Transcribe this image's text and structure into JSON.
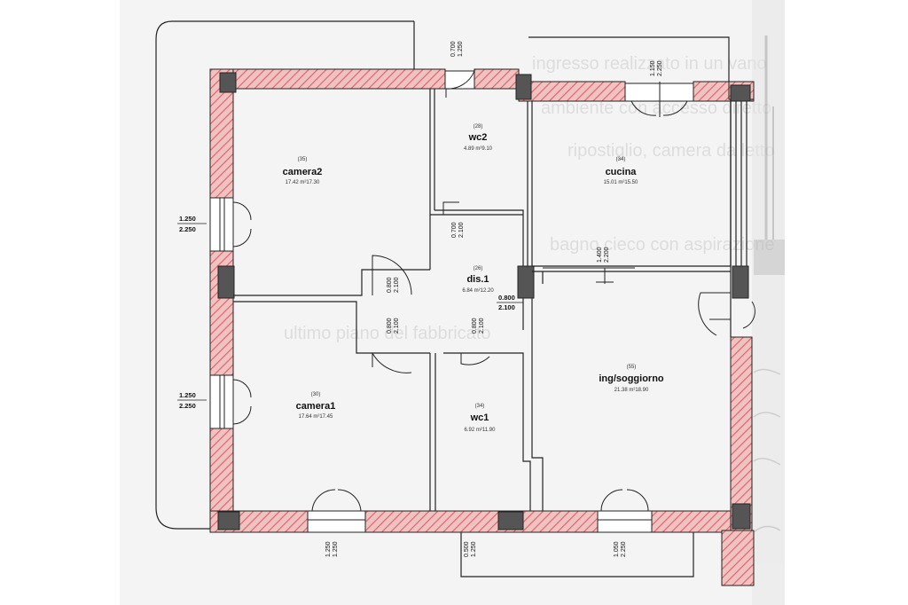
{
  "colors": {
    "wall_fill": "#f2c2c2",
    "wall_hatch": "#d66a6a",
    "wall_line": "#222222",
    "pillar": "#555555",
    "paper": "#f4f4f4",
    "background": "#ffffff"
  },
  "rooms": {
    "camera2": {
      "name": "camera2",
      "code": "(35)",
      "area": "17.42 m²17.30"
    },
    "wc2": {
      "name": "wc2",
      "code": "(28)",
      "area": "4.89 m²9.10"
    },
    "cucina": {
      "name": "cucina",
      "code": "(34)",
      "area": "15.01 m²15.50"
    },
    "dis1": {
      "name": "dis.1",
      "code": "(26)",
      "area": "6.84 m²12.20"
    },
    "camera1": {
      "name": "camera1",
      "code": "(30)",
      "area": "17.64 m²17.45"
    },
    "wc1": {
      "name": "wc1",
      "code": "(34)",
      "area": "6.92 m²11.90"
    },
    "soggiorno": {
      "name": "ing/soggiorno",
      "code": "(55)",
      "area": "21.38 m²18.90"
    }
  },
  "dimensions": {
    "win_camera2": {
      "w": "1.250",
      "h": "2.250"
    },
    "win_camera1": {
      "w": "1.250",
      "h": "2.250"
    },
    "door_wc2_top": {
      "w": "0.700",
      "h": "1.250"
    },
    "door_cucina_top": {
      "w": "1.150",
      "h": "2.250"
    },
    "door_wc2_dis": {
      "w": "0.700",
      "h": "2.100"
    },
    "door_camera2": {
      "w": "0.800",
      "h": "2.100"
    },
    "door_camera1": {
      "w": "0.800",
      "h": "2.100"
    },
    "door_wc1": {
      "w": "0.800",
      "h": "2.100"
    },
    "door_dis": {
      "w": "0.800",
      "h": "2.100"
    },
    "slide_cucina": {
      "w": "1.400",
      "h": "2.200"
    },
    "win_camera1_bottom": {
      "w": "1.250",
      "h": "1.250"
    },
    "win_wc1_bottom": {
      "w": "0.500",
      "h": "1.250"
    },
    "win_soggiorno_bottom": {
      "w": "1.050",
      "h": "2.250"
    }
  },
  "background_text": [
    "ingresso realizzato in un vano",
    "ambiente con accesso diretto",
    "ripostiglio, camera da letto",
    "bagno cieco con aspirazione",
    "ultimo piano del fabbricato"
  ]
}
